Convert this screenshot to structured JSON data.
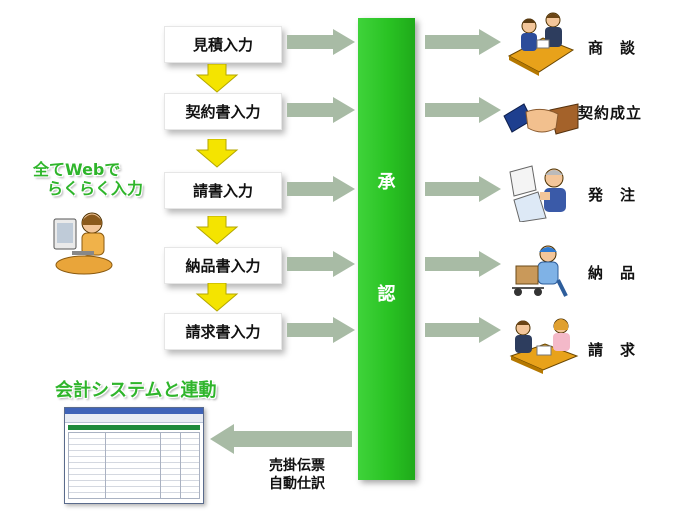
{
  "inputs": [
    "見積入力",
    "契約書入力",
    "請書入力",
    "納品書入力",
    "請求書入力"
  ],
  "approval": {
    "top": "承",
    "bottom": "認"
  },
  "activities": [
    "商　談",
    "契約成立",
    "発　注",
    "納　品",
    "請　求"
  ],
  "web_label": {
    "line1": "全てWebで",
    "line2": "らくらく入力"
  },
  "integration_title": "会計システムと連動",
  "auto_label": {
    "line1": "売掛伝票",
    "line2": "自動仕訳"
  },
  "colors": {
    "approval": "#29c223",
    "arrow": "#a8bba5",
    "down_arrow": "#f4e400",
    "title_green": "#2fb52b"
  }
}
